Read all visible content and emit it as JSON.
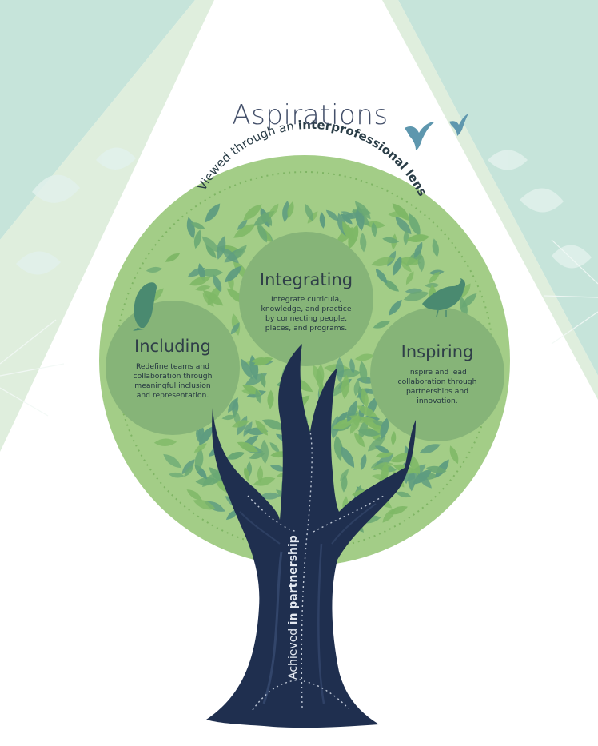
{
  "title": "Aspirations",
  "arc_label": {
    "prefix": "Viewed through an ",
    "emphasis": "interprofessional lens"
  },
  "trunk_label": {
    "prefix": "Achieved ",
    "emphasis": "in partnership"
  },
  "aspirations": [
    {
      "key": "including",
      "title": "Including",
      "description": "Redefine teams and collaboration through meaningful inclusion and representation."
    },
    {
      "key": "integrating",
      "title": "Integrating",
      "description": "Integrate curricula, knowledge, and practice by connecting people, places, and programs."
    },
    {
      "key": "inspiring",
      "title": "Inspiring",
      "description": "Inspire and lead collaboration through partnerships and innovation."
    }
  ],
  "colors": {
    "canopy": "#a3cd87",
    "bubble": "#86b478",
    "leaf_dark": "#5e9c80",
    "leaf_light": "#7eb866",
    "trunk": "#1f2f4f",
    "background_beam": "#c6e4da",
    "bird": "#5e97ae",
    "perched_bird": "#4a8a70"
  },
  "icons": [
    "bird-icon",
    "perched-bird-icon"
  ]
}
